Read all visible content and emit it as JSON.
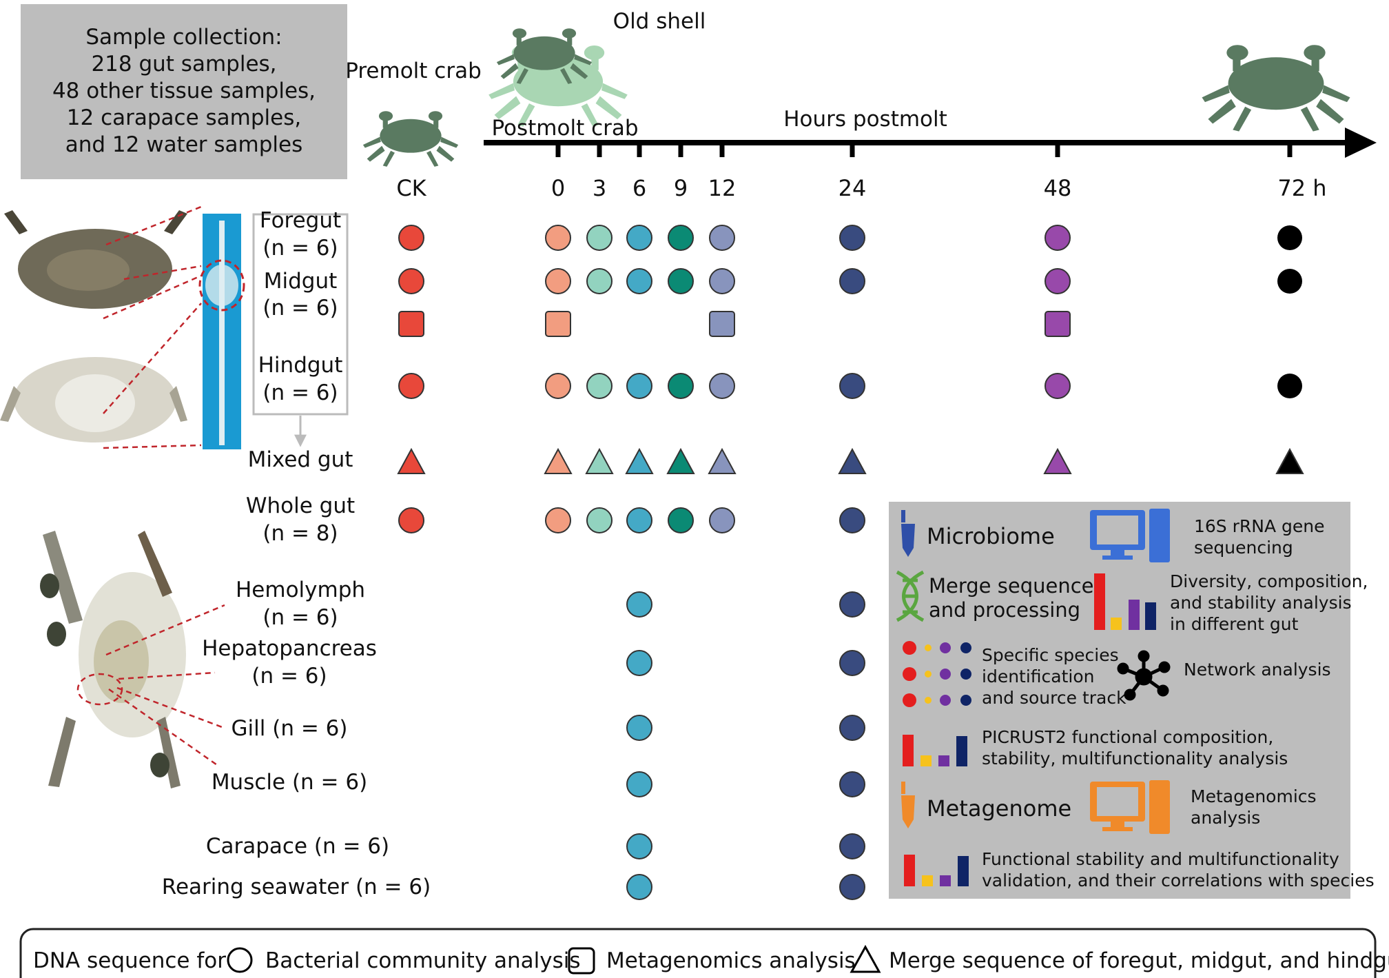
{
  "summary": {
    "lines": [
      "Sample collection:",
      "218 gut samples,",
      "48 other tissue samples,",
      "12 carapace samples,",
      "and 12 water samples"
    ]
  },
  "labels": {
    "premolt": "Premolt crab",
    "old_shell": "Old shell",
    "postmolt": "Postmolt crab",
    "hours": "Hours postmolt"
  },
  "timepoints": [
    {
      "label": "CK",
      "color": "#e8483a"
    },
    {
      "label": "0",
      "color": "#f29d80"
    },
    {
      "label": "3",
      "color": "#92d3bf"
    },
    {
      "label": "6",
      "color": "#44a9c6"
    },
    {
      "label": "9",
      "color": "#0b8a74"
    },
    {
      "label": "12",
      "color": "#8894bd"
    },
    {
      "label": "24",
      "color": "#394b7f"
    },
    {
      "label": "48",
      "color": "#9849aa"
    },
    {
      "label": "72 h",
      "color": "#000000"
    }
  ],
  "rows": [
    {
      "lines": [
        "Foregut",
        "(n = 6)"
      ],
      "shape": "circle",
      "points": [
        0,
        1,
        2,
        3,
        4,
        5,
        6,
        7,
        8
      ]
    },
    {
      "lines": [
        "Midgut",
        "(n = 6)"
      ],
      "shape": "circle",
      "points": [
        0,
        1,
        2,
        3,
        4,
        5,
        6,
        7,
        8
      ]
    },
    {
      "lines": [],
      "shape": "square",
      "points": [
        0,
        1,
        5,
        7
      ]
    },
    {
      "lines": [
        "Hindgut",
        "(n = 6)"
      ],
      "shape": "circle",
      "points": [
        0,
        1,
        2,
        3,
        4,
        5,
        6,
        7,
        8
      ]
    },
    {
      "lines": [
        "Mixed gut"
      ],
      "shape": "triangle",
      "points": [
        0,
        1,
        2,
        3,
        4,
        5,
        6,
        7,
        8
      ]
    },
    {
      "lines": [
        "Whole gut",
        "(n = 8)"
      ],
      "shape": "circle",
      "points": [
        0,
        1,
        2,
        3,
        4,
        5,
        6
      ]
    },
    {
      "lines": [
        "Hemolymph",
        "(n = 6)"
      ],
      "shape": "circle",
      "points": [
        3,
        6
      ]
    },
    {
      "lines": [
        "Hepatopancreas",
        "(n = 6)"
      ],
      "shape": "circle",
      "points": [
        3,
        6
      ]
    },
    {
      "lines": [
        "Gill (n = 6)"
      ],
      "shape": "circle",
      "points": [
        3,
        6
      ]
    },
    {
      "lines": [
        "Muscle (n = 6)"
      ],
      "shape": "circle",
      "points": [
        3,
        6
      ]
    },
    {
      "lines": [
        "Carapace  (n = 6)"
      ],
      "shape": "circle",
      "points": [
        3,
        6
      ]
    },
    {
      "lines": [
        "Rearing seawater (n = 6)"
      ],
      "shape": "circle",
      "points": [
        3,
        6
      ]
    }
  ],
  "panel": {
    "microbiome": "Microbiome",
    "seq16s": [
      "16S rRNA gene",
      "sequencing"
    ],
    "merge": [
      "Merge sequence",
      "and processing"
    ],
    "diversity": [
      "Diversity, composition,",
      "and stability analysis",
      "in different gut"
    ],
    "specific": [
      "Specific species",
      "identification",
      "and source track"
    ],
    "network": "Network analysis",
    "picrust": [
      "PICRUST2 functional  composition,",
      "stability, multifunctionality analysis"
    ],
    "metagenome": "Metagenome",
    "metagenomics": [
      "Metagenomics",
      "analysis"
    ],
    "functional": [
      "Functional stability and multifunctionality",
      "validation, and their correlations with species"
    ]
  },
  "legend": {
    "prefix": "DNA sequence for",
    "circle": "Bacterial community analysis",
    "square": "Metagenomics analysis",
    "triangle": "Merge sequence of foregut, midgut, and hindgut"
  },
  "colors": {
    "crab": "#5a7a61",
    "old_shell": "#a9d6b3",
    "panel_bg": "#bdbdbd",
    "pale_bg": "#cfcfcf"
  }
}
